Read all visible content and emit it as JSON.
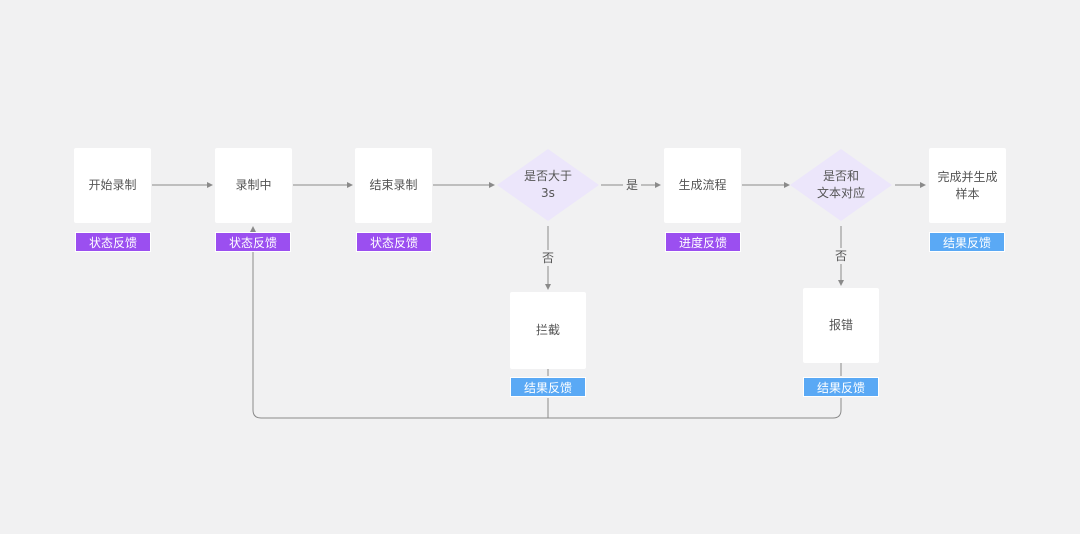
{
  "nodes": {
    "start": "开始录制",
    "recording": "录制中",
    "end": "结束录制",
    "check_duration": {
      "line1": "是否大于",
      "line2": "3s"
    },
    "generate": "生成流程",
    "check_match": {
      "line1": "是否和",
      "line2": "文本对应"
    },
    "complete": {
      "line1": "完成并生成",
      "line2": "样本"
    },
    "intercept": "拦截",
    "error": "报错"
  },
  "tags": {
    "start": "状态反馈",
    "recording": "状态反馈",
    "end": "状态反馈",
    "generate": "进度反馈",
    "complete": "结果反馈",
    "intercept": "结果反馈",
    "error": "结果反馈"
  },
  "edge_labels": {
    "yes": "是",
    "no_duration": "否",
    "no_match": "否"
  },
  "colors": {
    "status_tag": "#9b4ff0",
    "result_tag": "#5aa9f5",
    "diamond_fill": "#ece6fb",
    "connector": "#8a8a8a",
    "background": "#f1f1f2"
  }
}
